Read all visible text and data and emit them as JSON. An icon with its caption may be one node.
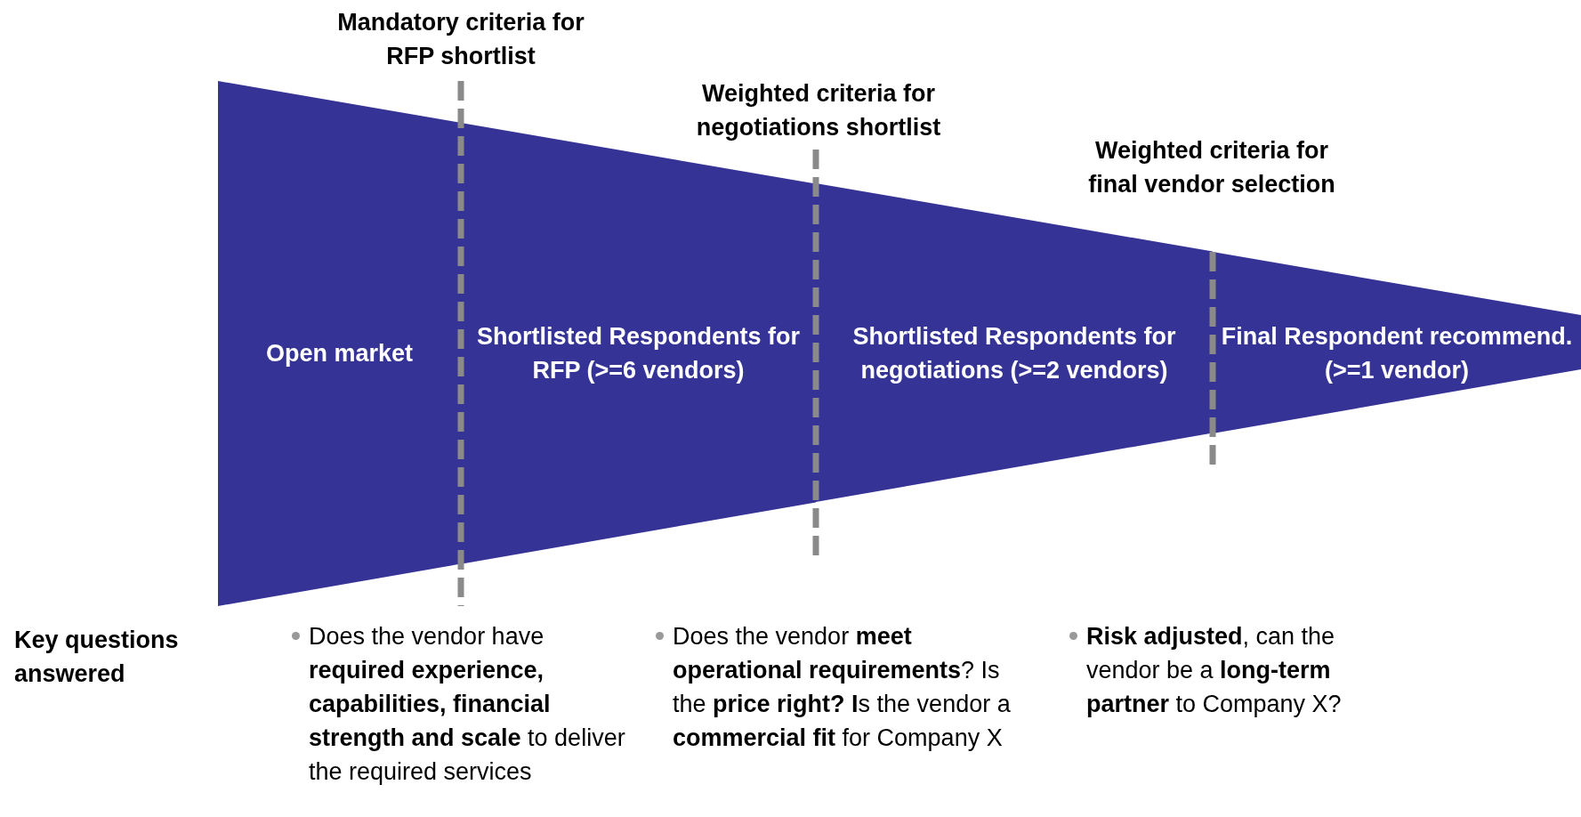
{
  "diagram": {
    "nodes": [
      {
        "text": [
          "Open market"
        ]
      },
      {
        "text": [
          "Shortlisted Respondents for RFP (>=6 vendors)"
        ]
      },
      {
        "text": [
          "Shortlisted Respondents for negotiations (>=2 vendors)"
        ]
      },
      {
        "text": [
          "Final Respondent recommend. (>=1 vendor)"
        ]
      }
    ],
    "labels": [
      "Mandatory criteria for RFP shortlist",
      "Weighted criteria for negotiations shortlist",
      "Weighted criteria for final vendor selection",
      "Key questions answered",
      "Does the vendor have **required experience, capabilities, financial strength and scale** to deliver the required services",
      "Does the vendor **meet operational requirements**? Is the **price right? I**s the vendor a **commercial fit** for Company X",
      "**Risk adjusted**, can the vendor be a **long-term partner** to Company X?"
    ]
  }
}
